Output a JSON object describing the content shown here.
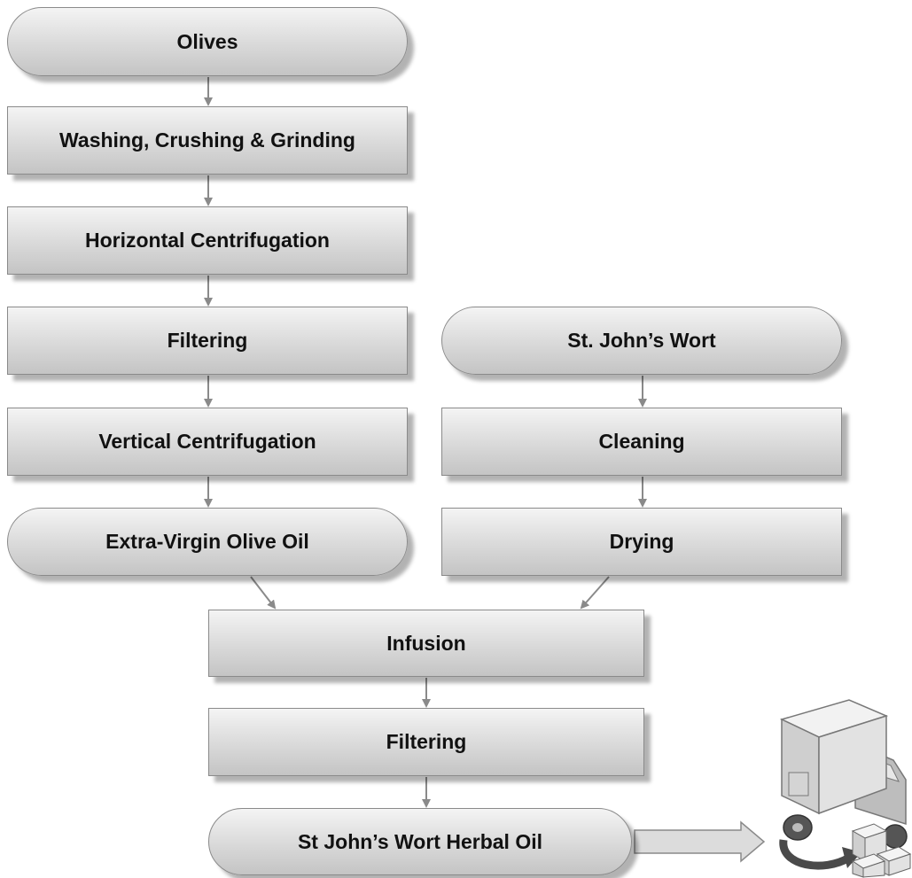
{
  "nodes": {
    "olives": "Olives",
    "washing": "Washing, Crushing & Grinding",
    "horizontal": "Horizontal Centrifugation",
    "filtering1": "Filtering",
    "vertical": "Vertical Centrifugation",
    "evoo": "Extra-Virgin Olive Oil",
    "stjohns": "St. John’s Wort",
    "cleaning": "Cleaning",
    "drying": "Drying",
    "infusion": "Infusion",
    "filtering2": "Filtering",
    "herbal_oil": "St John’s Wort Herbal Oil"
  },
  "icons": {
    "delivery": "delivery-truck-icon"
  },
  "colors": {
    "box_border": "#8a8a8a",
    "arrow": "#8a8a8a",
    "text": "#111111"
  }
}
